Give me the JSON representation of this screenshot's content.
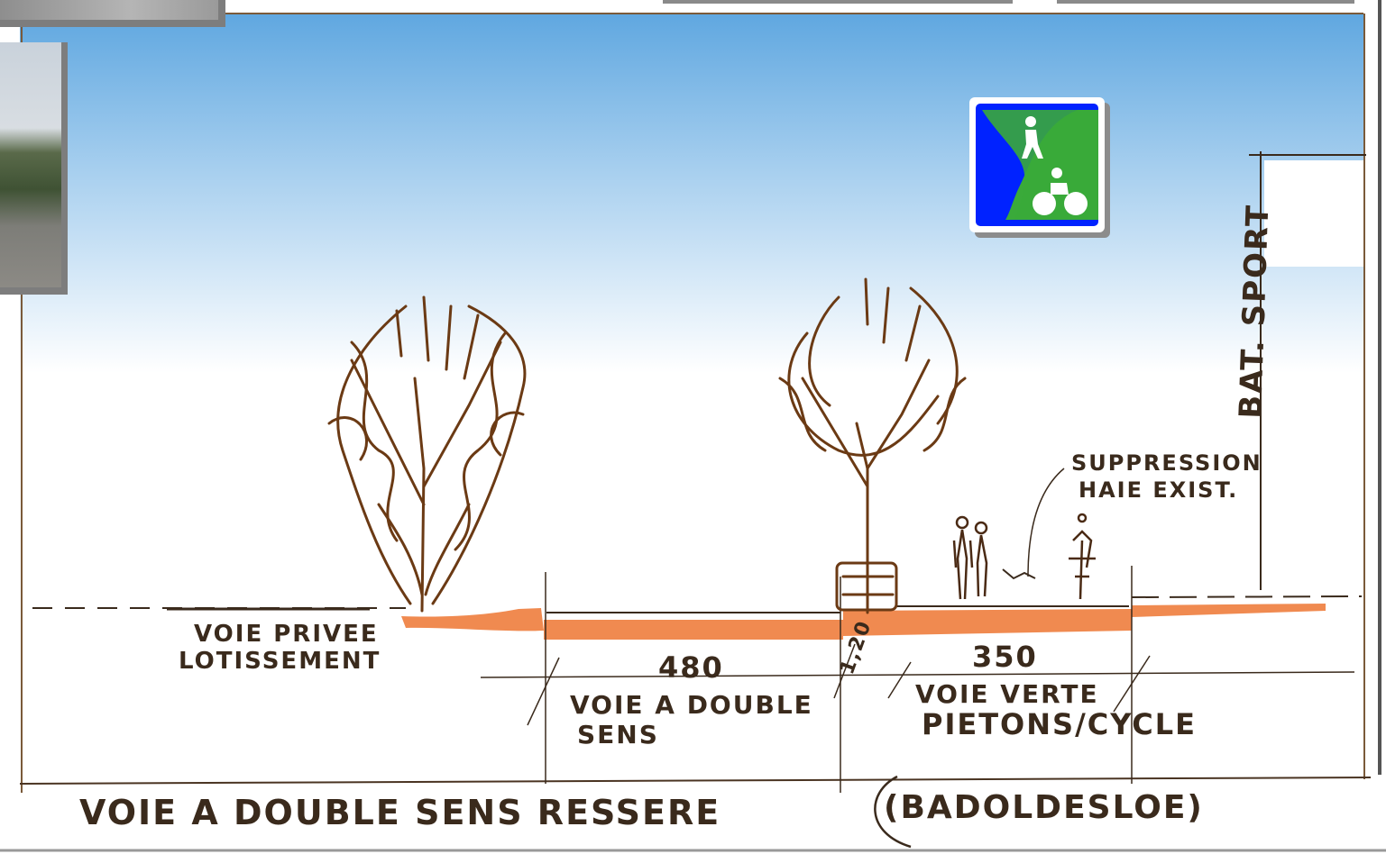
{
  "labels": {
    "voie_privee_line1": "VOIE PRIVEE",
    "voie_privee_line2": "LOTISSEMENT",
    "dim_road": "480",
    "dim_median": "1,20",
    "dim_greenway": "350",
    "road_label_line1": "VOIE A DOUBLE",
    "road_label_line2": "SENS",
    "greenway_label_line1": "VOIE VERTE",
    "greenway_label_line2": "PIETONS/CYCLE",
    "note_line1": "SUPPRESSION",
    "note_line2": "HAIE EXIST.",
    "building": "BAT. SPORT",
    "title": "VOIE A DOUBLE SENS RESSERE",
    "title_paren": "(BADOLDESLOE)"
  },
  "colors": {
    "sky_top": "#5fa7e0",
    "ink": "#3a2a1c",
    "tree_ink": "#6b3a14",
    "ground": "#f08a50",
    "sign_blue": "#0022ff",
    "sign_green": "#3aaa3a"
  },
  "sign": {
    "icon_top": "pedestrian-icon",
    "icon_bottom": "bicycle-icon"
  }
}
